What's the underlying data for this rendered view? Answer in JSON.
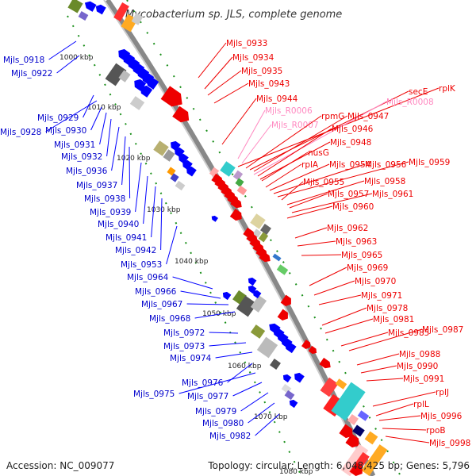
{
  "title": "Mycobacterium sp. JLS, complete genome",
  "accession": "Accession: NC_009077",
  "topology": "Topology: circular; Length: 6,048,425 bp; Genes: 5,796",
  "colors": {
    "forward": "#ff0000",
    "reverse": "#0000ff",
    "rna": "#ff99cc",
    "backbone": "#888888",
    "tick": "#1a8f1a"
  },
  "ruler_labels": [
    "1000 kbp",
    "1010 kbp",
    "1020 kbp",
    "1030 kbp",
    "1040 kbp",
    "1050 kbp",
    "1060 kbp",
    "1070 kbp",
    "1080 kbp"
  ],
  "left_labels": [
    "Mjls_0918",
    "Mjls_0922",
    "Mjls_0929",
    "Mjls_0928",
    "Mjls_0930",
    "Mjls_0931",
    "Mjls_0932",
    "Mjls_0936",
    "Mjls_0937",
    "Mjls_0938",
    "Mjls_0939",
    "Mjls_0940",
    "Mjls_0941",
    "Mjls_0942",
    "Mjls_0953",
    "Mjls_0964",
    "Mjls_0966",
    "Mjls_0967",
    "Mjls_0968",
    "Mjls_0972",
    "Mjls_0973",
    "Mjls_0974",
    "Mjls_0976",
    "Mjls_0975",
    "Mjls_0977",
    "Mjls_0979",
    "Mjls_0980",
    "Mjls_0982"
  ],
  "right_labels": [
    "Mjls_0933",
    "Mjls_0934",
    "Mjls_0935",
    "Mjls_0943",
    "Mjls_0944",
    "Mjls_R0006",
    "Mjls_R0007",
    "rplK",
    "secE",
    "Mjls_R0008",
    "rpmG",
    "Mjls_0947",
    "Mjls_0946",
    "Mjls_0948",
    "nusG",
    "rplA",
    "Mjls_0954",
    "Mjls_0956",
    "Mjls_0959",
    "Mjls_0955",
    "Mjls_0958",
    "Mjls_0957",
    "Mjls_0961",
    "Mjls_0960",
    "Mjls_0962",
    "Mjls_0963",
    "Mjls_0965",
    "Mjls_0969",
    "Mjls_0970",
    "Mjls_0971",
    "Mjls_0978",
    "Mjls_0981",
    "Mjls_0985",
    "Mjls_0987",
    "Mjls_0988",
    "Mjls_0990",
    "Mjls_0991",
    "rplJ",
    "rplL",
    "Mjls_0996",
    "rpoB",
    "Mjls_0998"
  ]
}
